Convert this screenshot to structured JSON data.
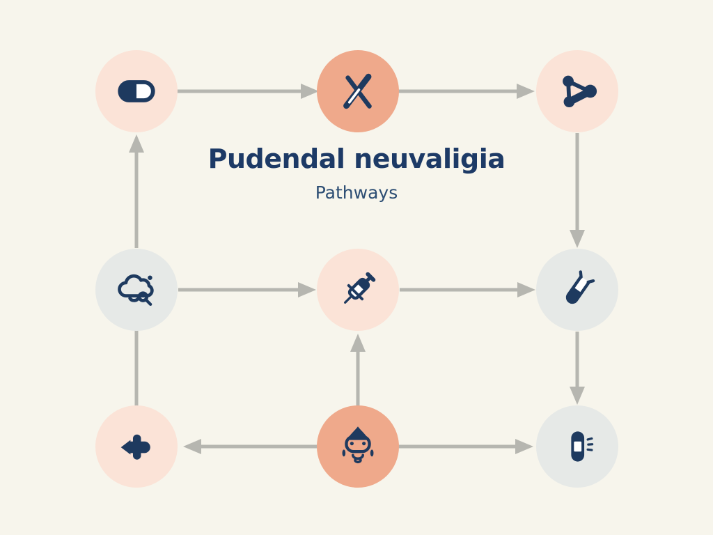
{
  "title": "Pudendal neuvaligia",
  "subtitle": "Pathways",
  "colors": {
    "background": "#f7f5ec",
    "icon_navy": "#1e3a5f",
    "arrow_gray": "#b6b6b0",
    "circle_peach_light": "#fbe3d7",
    "circle_salmon": "#efa98b",
    "circle_gray_light": "#e6e9e7",
    "title_navy": "#1d3a66"
  },
  "diagram": {
    "type": "flowchart",
    "grid": "3x3 circular icon nodes connected by gray arrows",
    "nodes": [
      {
        "id": "medication",
        "icon": "pill-capsule-icon",
        "position": "top-left",
        "circle_color": "#fbe3d7"
      },
      {
        "id": "surgical-tools",
        "icon": "crossed-scalpels-icon",
        "position": "top-center",
        "circle_color": "#efa98b"
      },
      {
        "id": "molecule",
        "icon": "molecule-network-icon",
        "position": "top-right",
        "circle_color": "#fbe3d7"
      },
      {
        "id": "cloud-search",
        "icon": "cloud-search-icon",
        "position": "middle-left",
        "circle_color": "#e6e9e7"
      },
      {
        "id": "injection",
        "icon": "syringe-icon",
        "position": "middle-center",
        "circle_color": "#fbe3d7"
      },
      {
        "id": "lab-test",
        "icon": "test-tube-icon",
        "position": "middle-right",
        "circle_color": "#e6e9e7"
      },
      {
        "id": "medical-cross",
        "icon": "medical-cross-icon",
        "position": "bottom-left",
        "circle_color": "#fbe3d7"
      },
      {
        "id": "patient",
        "icon": "patient-face-icon",
        "position": "bottom-center",
        "circle_color": "#efa98b"
      },
      {
        "id": "bandage",
        "icon": "bandage-icon",
        "position": "bottom-right",
        "circle_color": "#e6e9e7"
      }
    ],
    "edges": [
      {
        "from": "medication",
        "to": "surgical-tools",
        "arrowhead": true,
        "direction": "right"
      },
      {
        "from": "surgical-tools",
        "to": "molecule",
        "arrowhead": true,
        "direction": "right"
      },
      {
        "from": "molecule",
        "to": "lab-test",
        "arrowhead": true,
        "direction": "down"
      },
      {
        "from": "cloud-search",
        "to": "medication",
        "arrowhead": true,
        "direction": "up"
      },
      {
        "from": "cloud-search",
        "to": "injection",
        "arrowhead": true,
        "direction": "right"
      },
      {
        "from": "injection",
        "to": "lab-test",
        "arrowhead": true,
        "direction": "right"
      },
      {
        "from": "lab-test",
        "to": "bandage",
        "arrowhead": true,
        "direction": "down"
      },
      {
        "from": "patient",
        "to": "injection",
        "arrowhead": true,
        "direction": "up"
      },
      {
        "from": "patient",
        "to": "medical-cross",
        "arrowhead": true,
        "direction": "left"
      },
      {
        "from": "patient",
        "to": "bandage",
        "arrowhead": true,
        "direction": "right"
      },
      {
        "from": "medical-cross",
        "to": "cloud-search",
        "arrowhead": false,
        "direction": "up"
      }
    ]
  }
}
